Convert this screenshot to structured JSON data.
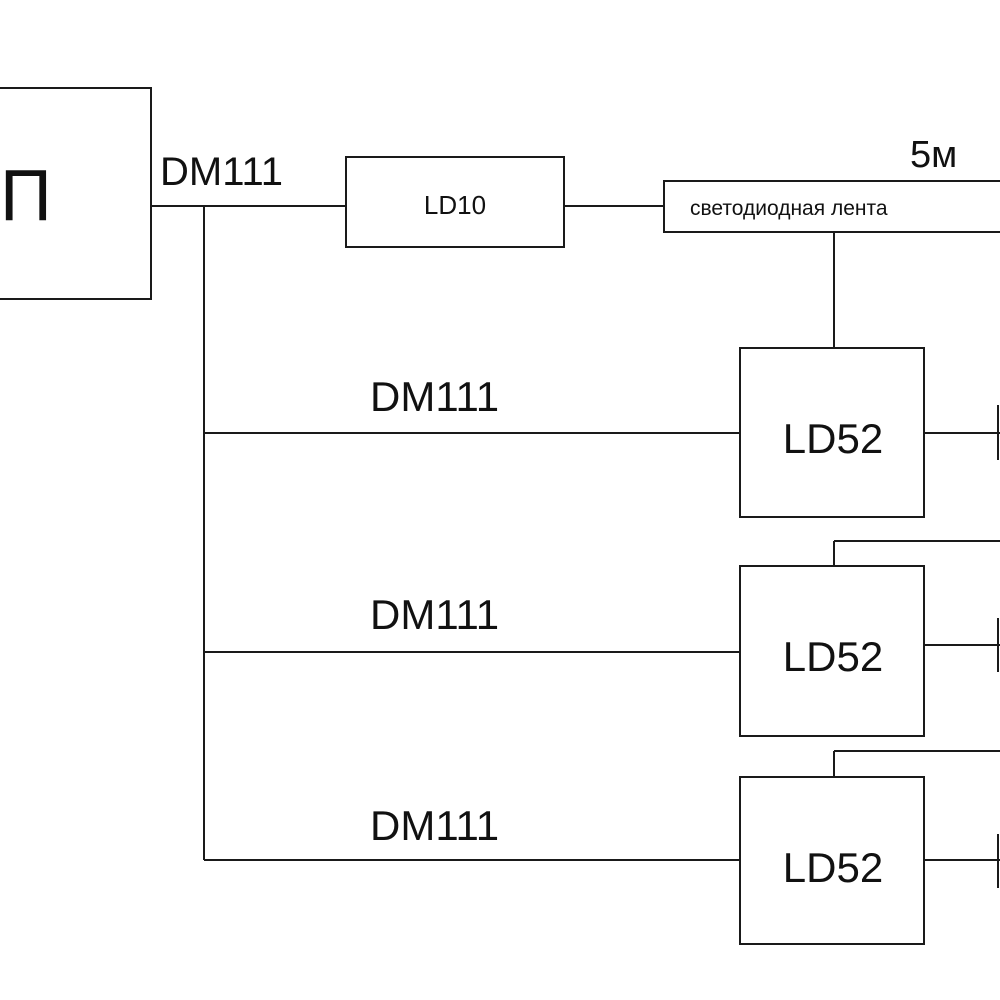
{
  "controller": {
    "label": "П"
  },
  "bus_labels": {
    "top": "DM111",
    "branch_1": "DM111",
    "branch_2": "DM111",
    "branch_3": "DM111"
  },
  "modules": {
    "ld10": "LD10",
    "ld52_1": "LD52",
    "ld52_2": "LD52",
    "ld52_3": "LD52"
  },
  "led_strip": {
    "label": "светодиодная лента",
    "length": "5м"
  }
}
